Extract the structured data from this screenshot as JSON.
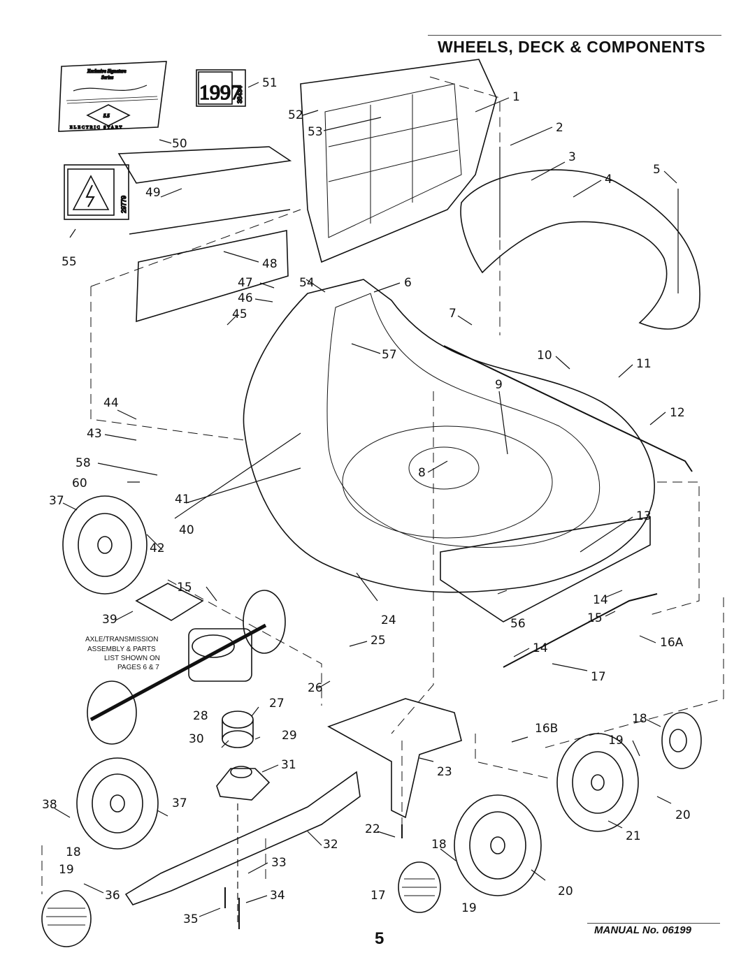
{
  "page": {
    "title": "WHEELS, DECK & COMPONENTS",
    "page_number": "5",
    "manual_label": "MANUAL No. 06199"
  },
  "decals": {
    "signature_series_line1": "Exclusive Signature",
    "signature_series_line2": "Series",
    "signature_badge": "5.5",
    "signature_bottom": "ELECTRIC START",
    "year_decal": "1997",
    "year_decal_code": "38434",
    "warning_decal_code": "29779"
  },
  "note": {
    "line1": "AXLE/TRANSMISSION",
    "line2": "ASSEMBLY & PARTS",
    "line3": "LIST SHOWN ON",
    "line4": "PAGES 6 & 7"
  },
  "callouts": [
    "1",
    "2",
    "3",
    "4",
    "5",
    "6",
    "7",
    "8",
    "9",
    "10",
    "11",
    "12",
    "13",
    "14",
    "15",
    "16A",
    "16B",
    "17",
    "18",
    "19",
    "20",
    "21",
    "22",
    "23",
    "24",
    "25",
    "26",
    "27",
    "28",
    "29",
    "30",
    "31",
    "32",
    "33",
    "34",
    "35",
    "36",
    "37",
    "38",
    "39",
    "40",
    "41",
    "42",
    "43",
    "44",
    "45",
    "46",
    "47",
    "48",
    "49",
    "50",
    "51",
    "52",
    "53",
    "54",
    "55",
    "56",
    "57",
    "58",
    "60"
  ]
}
